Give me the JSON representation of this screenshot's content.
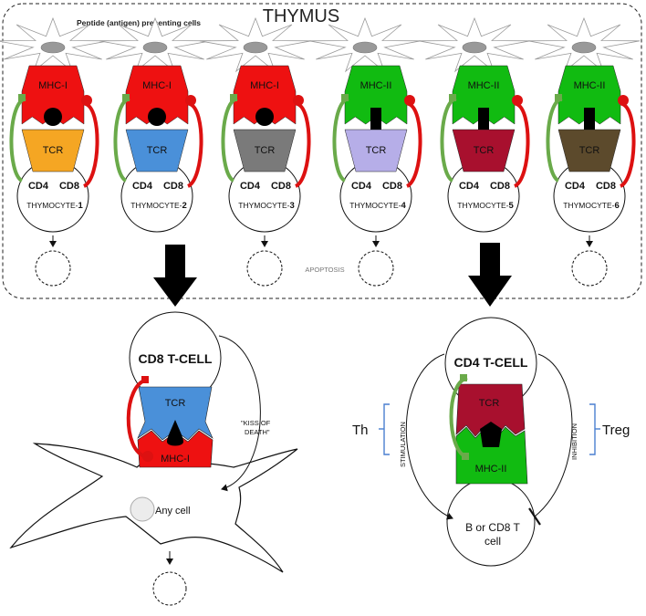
{
  "thymus": {
    "title": "THYMUS",
    "subtitle": "Peptide (antigen) presenting cells",
    "apoptosis": "APOPTOSIS"
  },
  "thymocytes": [
    {
      "mhc": "MHC-I",
      "tcr": "TCR",
      "cd4": "CD4",
      "cd8": "CD8",
      "name": "THYMOCYTE-",
      "num": "1",
      "mhc_color": "#ee1111",
      "tcr_color": "#f5a623"
    },
    {
      "mhc": "MHC-I",
      "tcr": "TCR",
      "cd4": "CD4",
      "cd8": "CD8",
      "name": "THYMOCYTE-",
      "num": "2",
      "mhc_color": "#ee1111",
      "tcr_color": "#4a90d9"
    },
    {
      "mhc": "MHC-I",
      "tcr": "TCR",
      "cd4": "CD4",
      "cd8": "CD8",
      "name": "THYMOCYTE-",
      "num": "3",
      "mhc_color": "#ee1111",
      "tcr_color": "#7a7a7a"
    },
    {
      "mhc": "MHC-II",
      "tcr": "TCR",
      "cd4": "CD4",
      "cd8": "CD8",
      "name": "THYMOCYTE-",
      "num": "4",
      "mhc_color": "#11bb11",
      "tcr_color": "#b6aee8"
    },
    {
      "mhc": "MHC-II",
      "tcr": "TCR",
      "cd4": "CD4",
      "cd8": "CD8",
      "name": "THYMOCYTE-",
      "num": "5",
      "mhc_color": "#11bb11",
      "tcr_color": "#a8102e"
    },
    {
      "mhc": "MHC-II",
      "tcr": "TCR",
      "cd4": "CD4",
      "cd8": "CD8",
      "name": "THYMOCYTE-",
      "num": "6",
      "mhc_color": "#11bb11",
      "tcr_color": "#5c4a2c"
    }
  ],
  "cd8_cell": {
    "title": "CD8 T-CELL",
    "tcr": "TCR",
    "mhc": "MHC-I",
    "kiss": "\"KISS OF DEATH\"",
    "target": "Any cell",
    "tcr_color": "#4a90d9",
    "mhc_color": "#ee1111"
  },
  "cd4_cell": {
    "title": "CD4 T-CELL",
    "tcr": "TCR",
    "mhc": "MHC-II",
    "stimulation": "STIMULATION",
    "inhibition": "INHIBITION",
    "th": "Th",
    "treg": "Treg",
    "target_line1": "B or CD8 T",
    "target_line2": "cell",
    "tcr_color": "#a8102e",
    "mhc_color": "#11bb11"
  },
  "colors": {
    "cd4_arrow": "#6aaa4a",
    "cd8_arrow": "#dd1111",
    "bracket": "#4a7fd0"
  }
}
